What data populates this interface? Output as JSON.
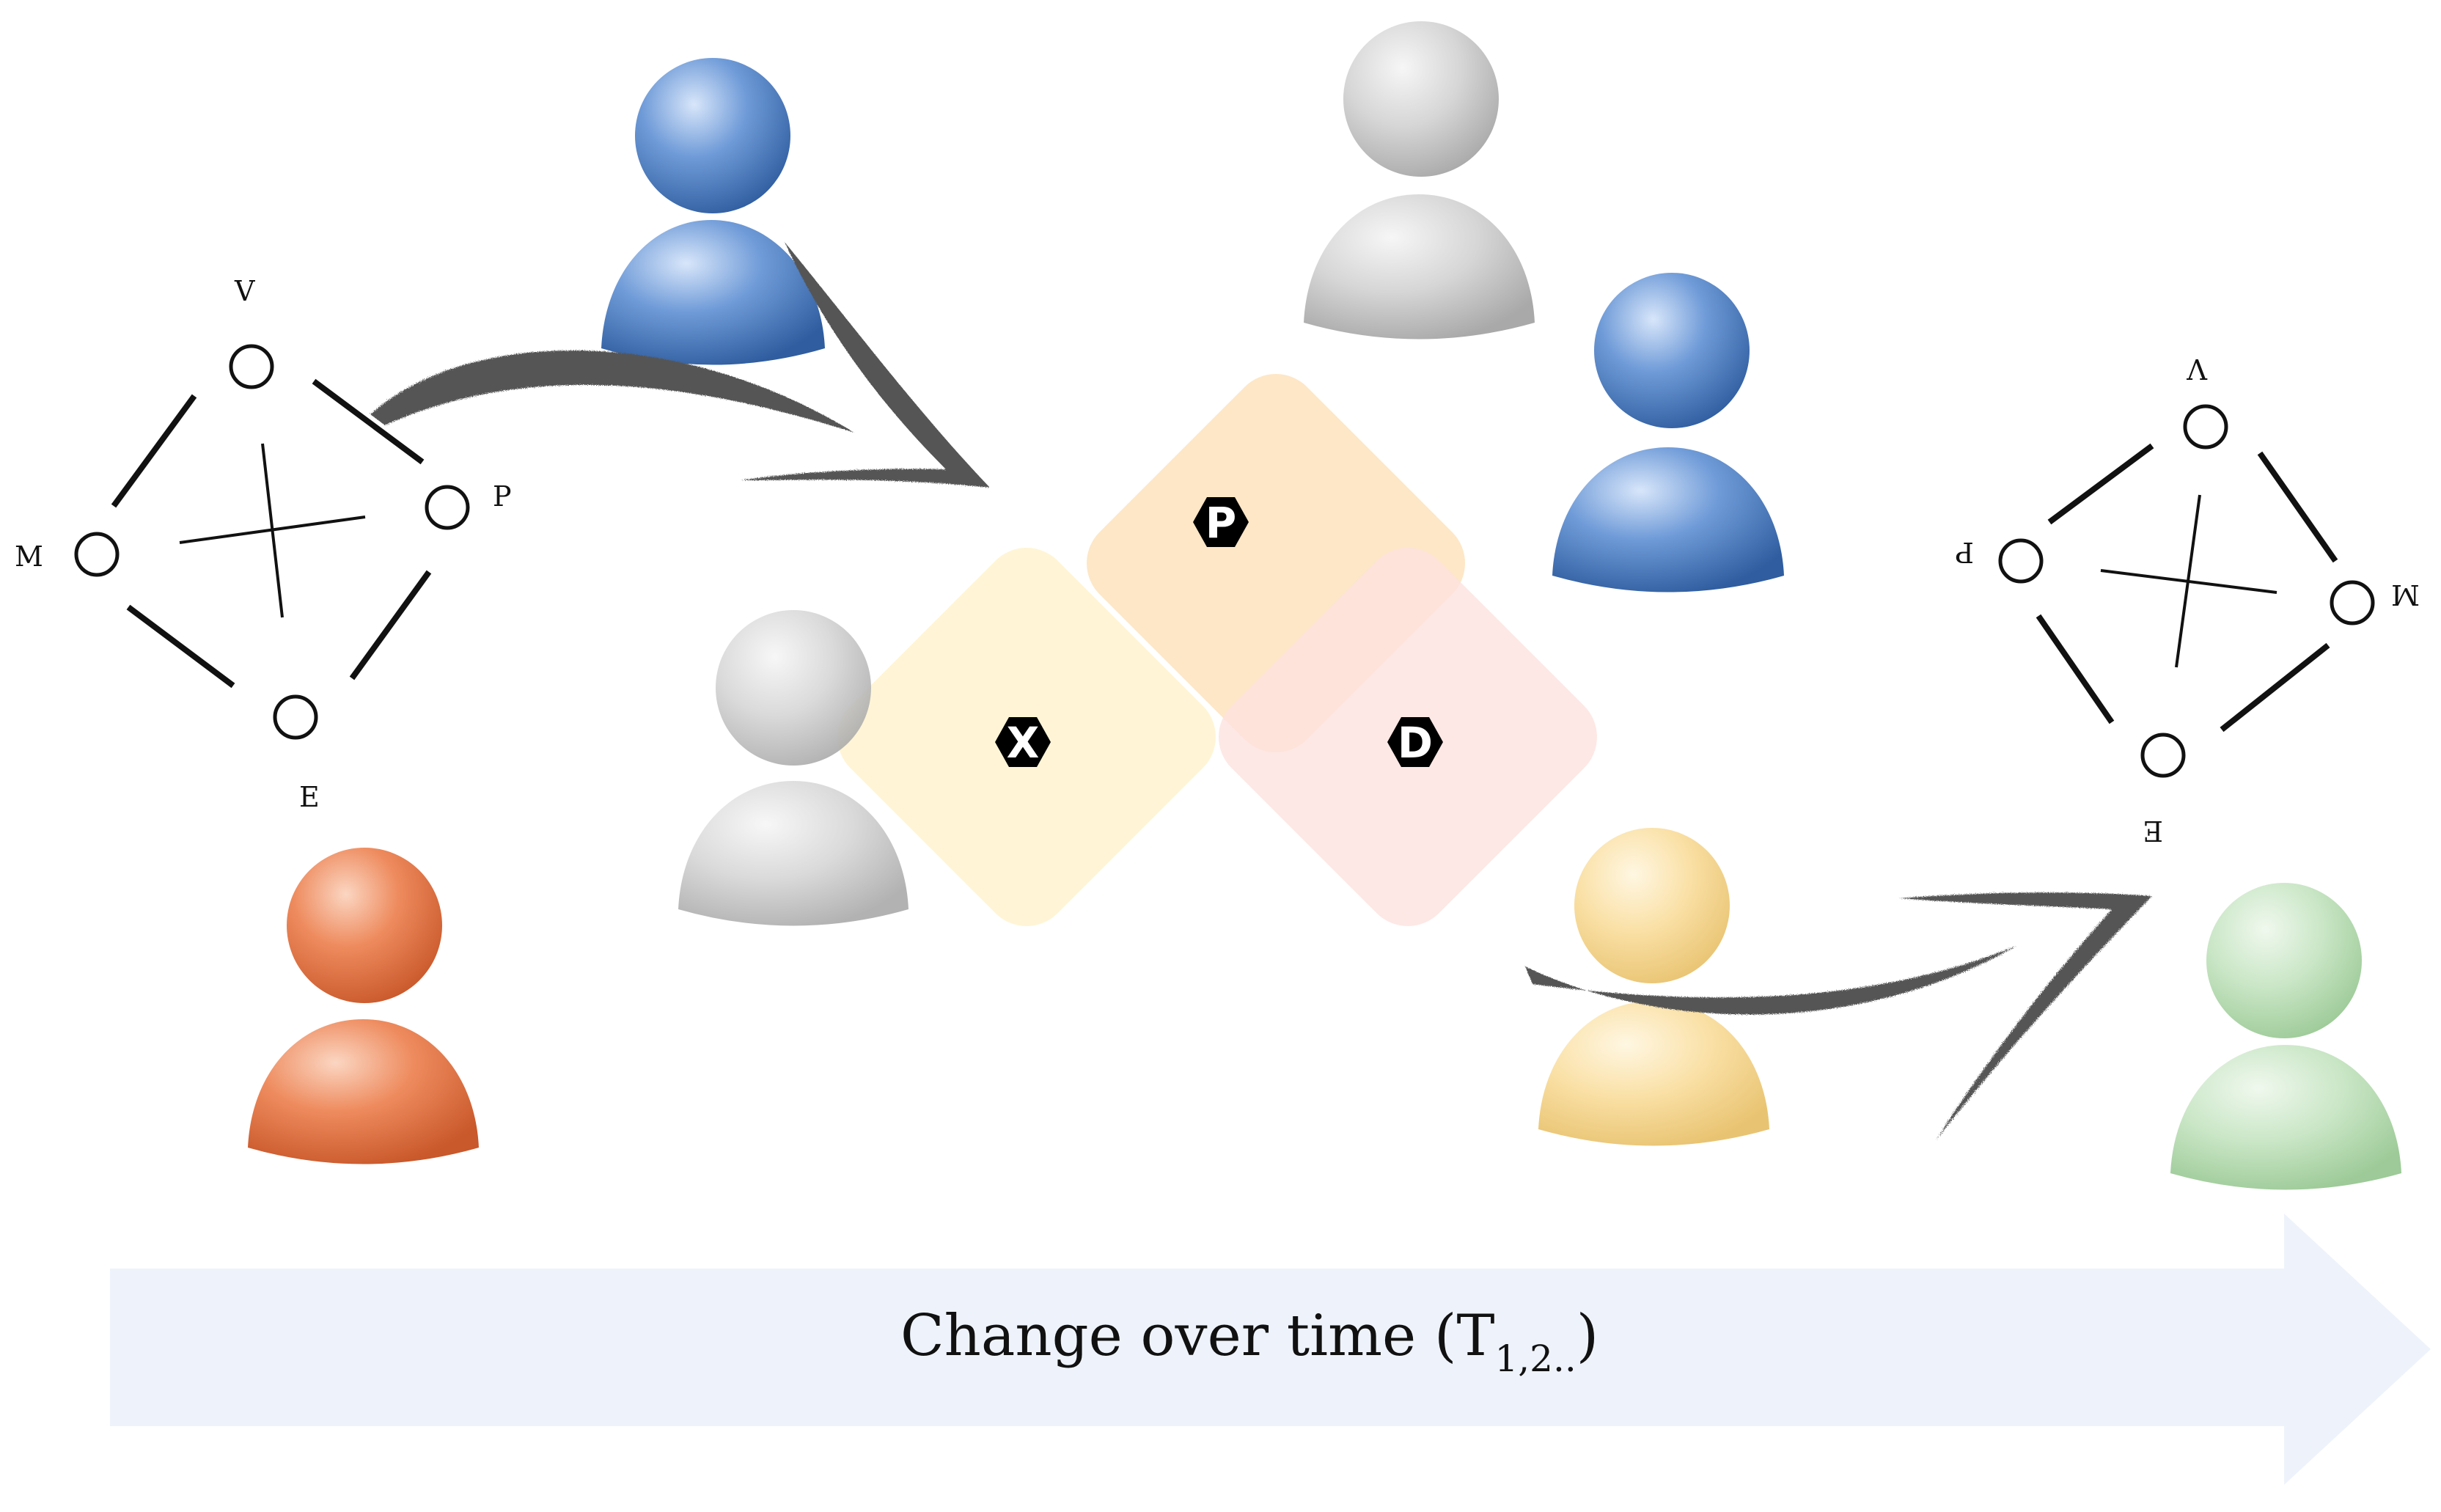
{
  "caption": {
    "main": "Change over time (T",
    "subscript": "1,2..",
    "close": ")"
  },
  "left_network": {
    "labels": {
      "top": "V",
      "right": "P",
      "bottom": "E",
      "left": "M"
    }
  },
  "right_network": {
    "labels": {
      "top": "V",
      "left": "P",
      "bottom": "E",
      "right": "M"
    }
  },
  "venn": {
    "top": "P",
    "left": "X",
    "right": "D"
  },
  "colors": {
    "blue": "#4f7fc4",
    "orange": "#e0784a",
    "gray": "#cfcfcf",
    "yellow": "#f6d48a",
    "green": "#b6dbb2",
    "arrow_band": "#eef3fb",
    "venn_orange": "#fde3bd",
    "venn_yellow": "#fff2cc",
    "venn_pink": "#fde2df"
  }
}
